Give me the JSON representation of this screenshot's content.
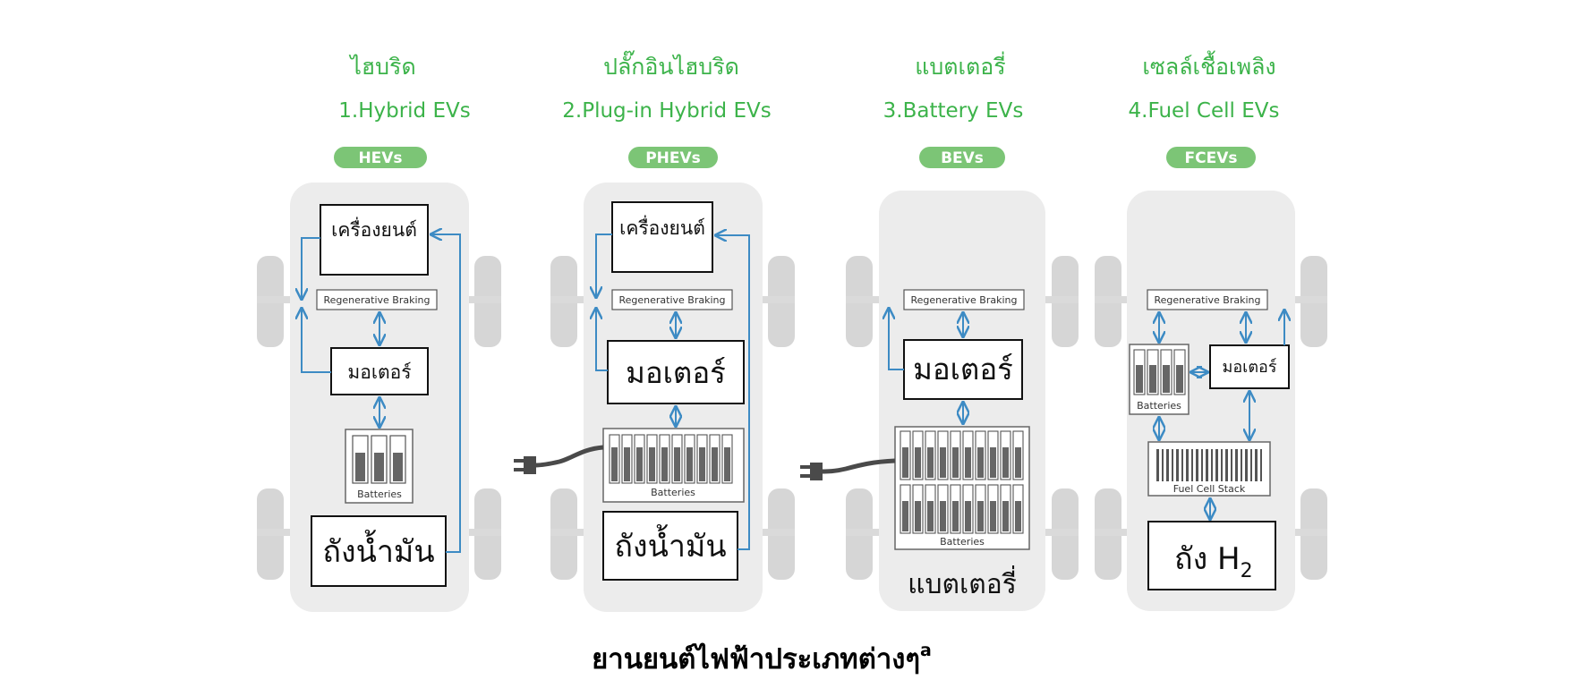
{
  "caption": {
    "text": "ยานยนต์ไฟฟ้าประเภทต่างๆ",
    "superscript": "a"
  },
  "colors": {
    "green": "#3cb34a",
    "blue": "#3d8bc4",
    "body": "#ececec",
    "wheel": "#d6d6d6",
    "cable": "#4a4a4a"
  },
  "types": [
    {
      "thai": "ไฮบริด",
      "english": "1.Hybrid EVs",
      "badge": "HEVs",
      "engine": "เครื่องยนต์",
      "regen": "Regenerative Braking",
      "motor": "มอเตอร์",
      "batteries": "Batteries",
      "tank": "ถังน้ำมัน"
    },
    {
      "thai": "ปลั๊กอินไฮบริด",
      "english": "2.Plug-in Hybrid EVs",
      "badge": "PHEVs",
      "engine": "เครื่องยนต์",
      "regen": "Regenerative Braking",
      "motor": "มอเตอร์",
      "batteries": "Batteries",
      "tank": "ถังน้ำมัน",
      "plug_icon": "plug-icon"
    },
    {
      "thai": "แบตเตอรี่",
      "english": "3.Battery EVs",
      "badge": "BEVs",
      "regen": "Regenerative Braking",
      "motor": "มอเตอร์",
      "batteries": "Batteries",
      "label": "แบตเตอรี่",
      "plug_icon": "plug-icon"
    },
    {
      "thai": "เซลล์เชื้อเพลิง",
      "english": "4.Fuel Cell EVs",
      "badge": "FCEVs",
      "regen": "Regenerative Braking",
      "batteries": "Batteries",
      "motor": "มอเตอร์",
      "fuel_cell": "Fuel Cell Stack",
      "tank": "ถัง H",
      "tank_sub": "2"
    }
  ]
}
